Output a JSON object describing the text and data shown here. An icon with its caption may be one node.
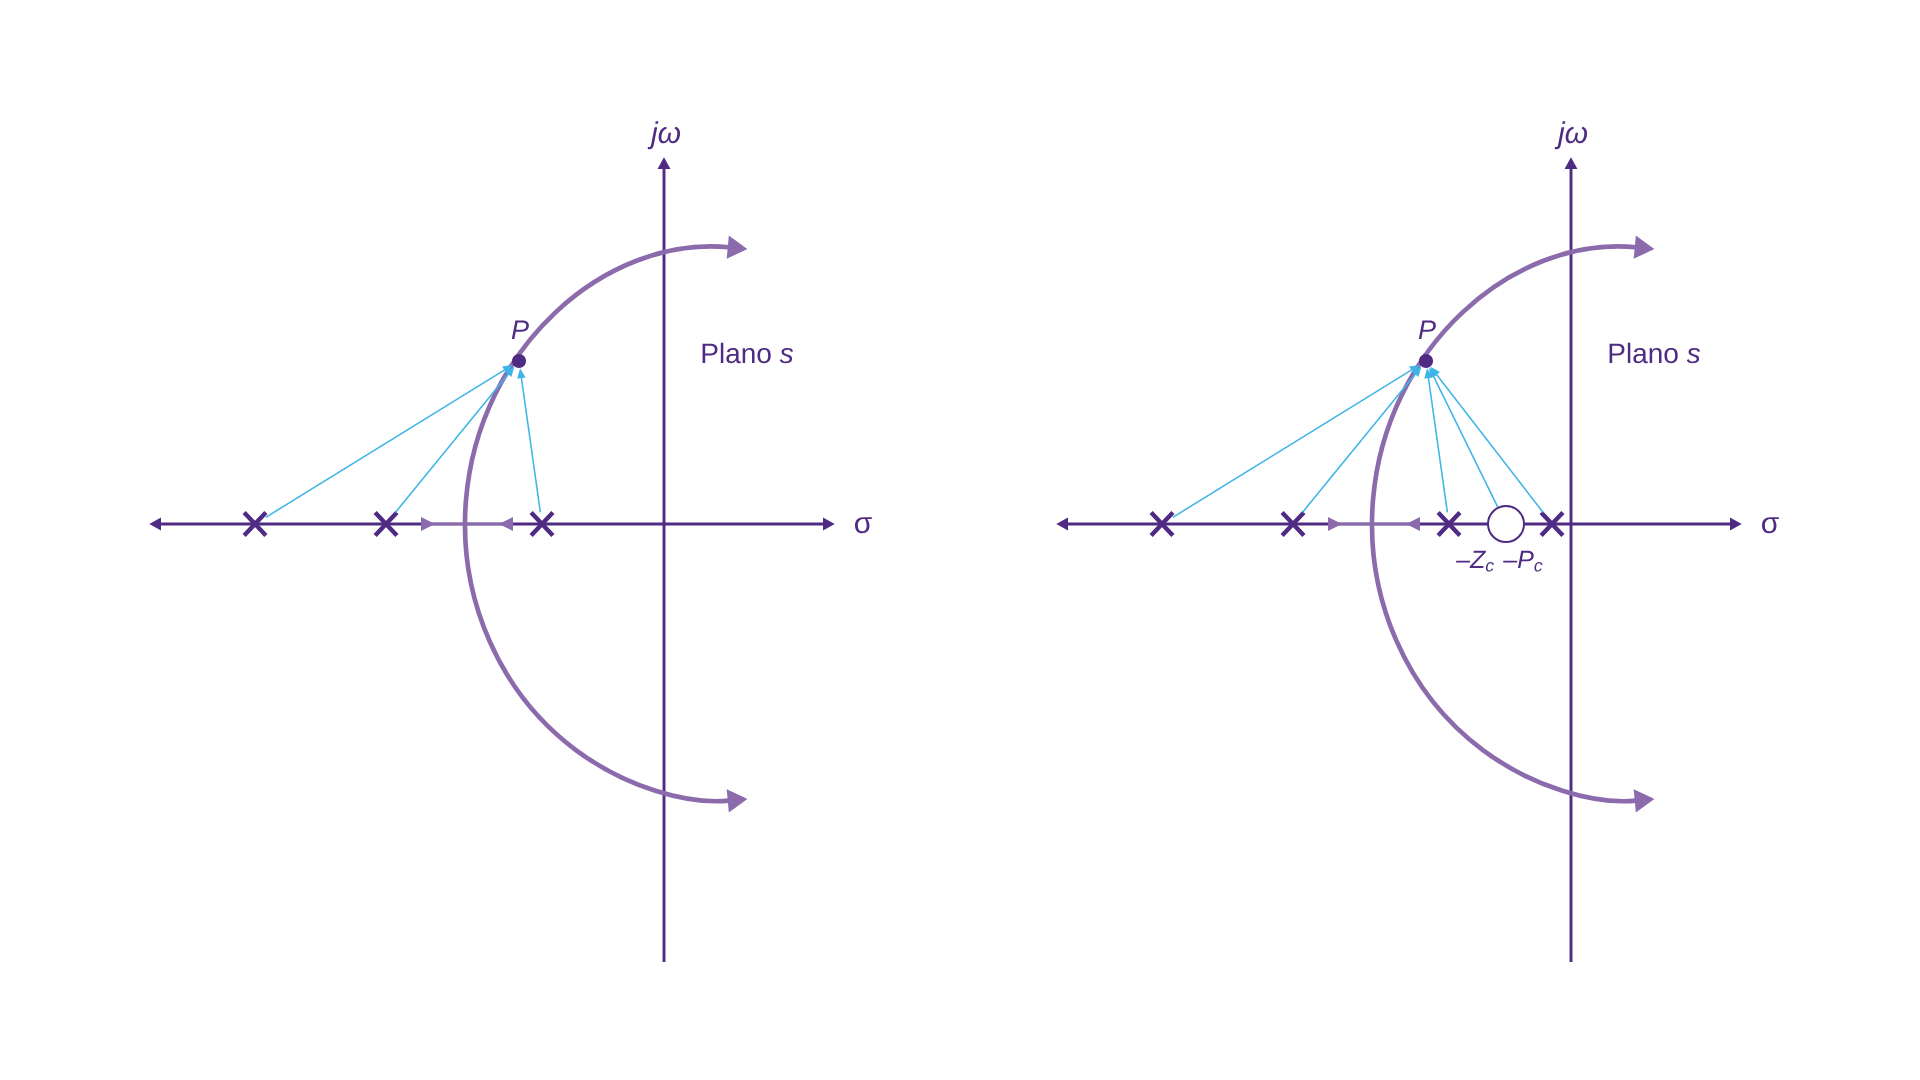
{
  "diagram": {
    "nodes": [
      {
        "text": [
          "P"
        ]
      },
      {
        "text": [],
        "shape": "cross"
      },
      {
        "text": [],
        "shape": "cross"
      },
      {
        "text": [],
        "shape": "cross"
      },
      {
        "text": [
          "P"
        ]
      },
      {
        "text": [],
        "shape": "cross"
      },
      {
        "text": [],
        "shape": "cross"
      },
      {
        "text": [],
        "shape": "cross"
      },
      {
        "text": [],
        "shape": "circle",
        "beside": [
          "–Z$_{c}$"
        ]
      },
      {
        "text": [
          "–P$_{c}$"
        ]
      }
    ],
    "edges": [
      {
        "from": 1,
        "to": 0,
        "arrow": "to"
      },
      {
        "from": 2,
        "to": 0,
        "arrow": "to"
      },
      {
        "from": 3,
        "to": 0,
        "arrow": "to"
      },
      {
        "from": 5,
        "to": 4,
        "arrow": "to"
      },
      {
        "from": 6,
        "to": 4,
        "arrow": "to"
      },
      {
        "from": 7,
        "to": 4,
        "arrow": "to"
      },
      {
        "from": 8,
        "to": 4,
        "arrow": "to"
      },
      {
        "from": 9,
        "to": 4,
        "arrow": "to"
      }
    ],
    "labels": [
      "jω",
      "Plano *s*",
      "σ",
      "jω",
      "Plano *s*",
      "σ"
    ]
  }
}
